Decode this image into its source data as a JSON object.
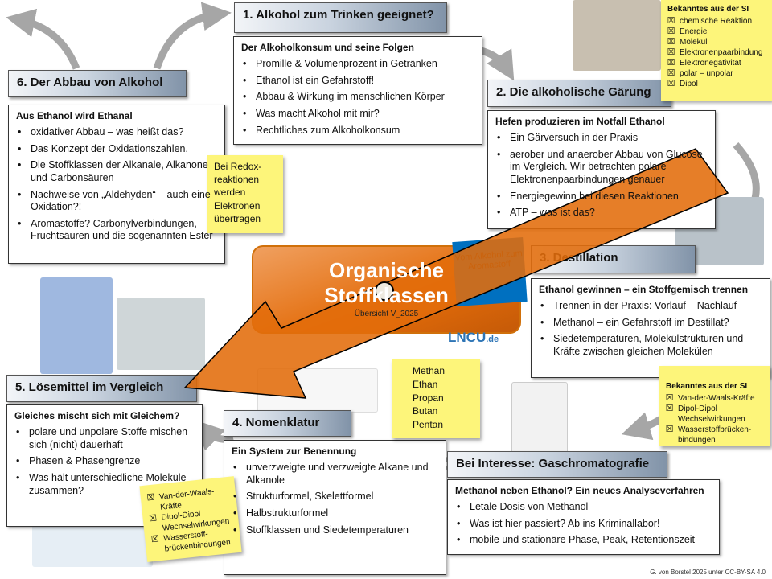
{
  "center": {
    "title1": "Organische",
    "title2": "Stoffklassen",
    "subtitle": "Übersicht V_2025",
    "note": "Vom Alkohol zum Aromastoff",
    "logo": "LNCU",
    "logo_suffix": ".de"
  },
  "s1": {
    "title": "1. Alkohol zum Trinken geeignet?",
    "heading": "Der Alkoholkonsum und seine Folgen",
    "items": [
      "Promille & Volumenprozent in Getränken",
      "Ethanol ist ein Gefahrstoff!",
      "Abbau & Wirkung im menschlichen Körper",
      "Was macht Alkohol mit mir?",
      "Rechtliches zum Alkoholkonsum"
    ]
  },
  "s2": {
    "title": "2. Die alkoholische Gärung",
    "heading": "Hefen produzieren im Notfall Ethanol",
    "items": [
      "Ein Gärversuch in der Praxis",
      "aerober und anaerober Abbau von Glucose im Vergleich. Wir betrachten polare Elektronenpaarbindungen genauer",
      "Energiegewinn bei diesen Reaktionen",
      "ATP – was ist das?"
    ]
  },
  "s3": {
    "title": "3. Destillation",
    "heading": "Ethanol gewinnen – ein Stoffgemisch trennen",
    "items": [
      "Trennen in der Praxis: Vorlauf – Nachlauf",
      "Methanol – ein Gefahrstoff im Destillat?",
      "Siedetemperaturen, Molekülstrukturen und Kräfte zwischen gleichen Molekülen"
    ]
  },
  "s4": {
    "title": "4. Nomenklatur",
    "heading": "Ein System zur Benennung",
    "items": [
      "unverzweigte und verzweigte Alkane und Alkanole",
      "Strukturformel, Skelettformel",
      "Halbstrukturformel",
      "Stoffklassen und Siedetemperaturen"
    ]
  },
  "s5": {
    "title": "5. Lösemittel im Vergleich",
    "heading": "Gleiches mischt sich mit Gleichem?",
    "items": [
      "polare und unpolare Stoffe mischen sich (nicht) dauerhaft",
      "Phasen & Phasengrenze",
      "Was hält unterschiedliche Moleküle zusammen?"
    ]
  },
  "s6": {
    "title": "6. Der Abbau von Alkohol",
    "heading": "Aus Ethanol wird Ethanal",
    "items": [
      "oxidativer Abbau – was heißt das?",
      "Das Konzept der Oxidationszahlen.",
      "Die Stoffklassen der Alkanale, Alkanone und Carbonsäuren",
      "Nachweise von „Aldehyden“ – auch eine Oxidation?!",
      "Aromastoffe? Carbonylverbindungen, Fruchtsäuren und die sogenannten Ester"
    ]
  },
  "gc": {
    "title": "Bei Interesse: Gaschromatografie",
    "heading": "Methanol neben Ethanol? Ein neues Analyseverfahren",
    "items": [
      "Letale Dosis von Methanol",
      "Was ist hier passiert? Ab ins Kriminallabor!",
      "mobile und stationäre Phase, Peak, Retentionszeit"
    ]
  },
  "sticky_top": {
    "title": "Bekanntes aus der SI",
    "items": [
      "chemische Reaktion",
      "Energie",
      "Molekül",
      "Elektronenpaarbindung",
      "Elektronegativität",
      "polar – unpolar",
      "Dipol"
    ]
  },
  "sticky_br": {
    "title": "Bekanntes aus der SI",
    "items": [
      "Van-der-Waals-Kräfte",
      "Dipol-Dipol Wechselwirkungen",
      "Wasserstoffbrücken-bindungen"
    ]
  },
  "sticky_bl": {
    "items": [
      "Van-der-Waals-Kräfte",
      "Dipol-Dipol Wechselwirkungen",
      "Wasserstoff-brückenbindungen"
    ]
  },
  "sticky_redox": {
    "text": "Bei Redox-reaktionen werden Elektronen übertragen"
  },
  "sticky_alkanes": {
    "items": [
      "Methan",
      "Ethan",
      "Propan",
      "Butan",
      "Pentan"
    ]
  },
  "checkbox_glyph": "☒",
  "footer": "G. von Borstel 2025 unter CC-BY-SA 4.0",
  "colors": {
    "orange": "#e36c0a",
    "sticky": "#fdf57a",
    "blue_note": "#0070c0"
  }
}
